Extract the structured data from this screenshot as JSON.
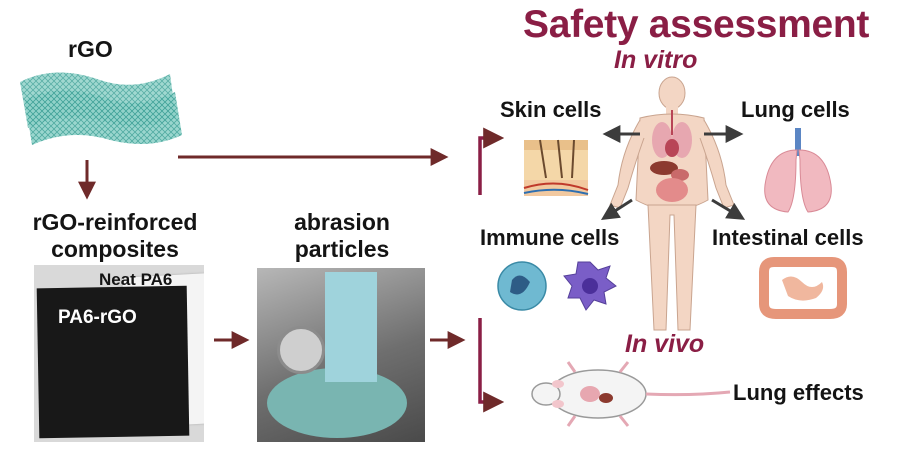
{
  "left": {
    "material_label": "rGO",
    "composite_label": [
      "rGO-reinforced",
      "composites"
    ],
    "particles_label": [
      "abrasion",
      "particles"
    ],
    "sample_labels": {
      "neat": "Neat PA6",
      "rgo": "PA6-rGO"
    }
  },
  "right": {
    "title": "Safety assessment",
    "in_vitro": "In vitro",
    "in_vivo": "In vivo",
    "cells": {
      "skin": "Skin cells",
      "lung": "Lung cells",
      "immune": "Immune cells",
      "intestinal": "Intestinal cells"
    },
    "lung_effects": "Lung effects"
  },
  "colors": {
    "accent": "#8a1e45",
    "arrow": "#6f2a2a",
    "dark_arrow": "#3c3c3c",
    "text": "#141414"
  }
}
